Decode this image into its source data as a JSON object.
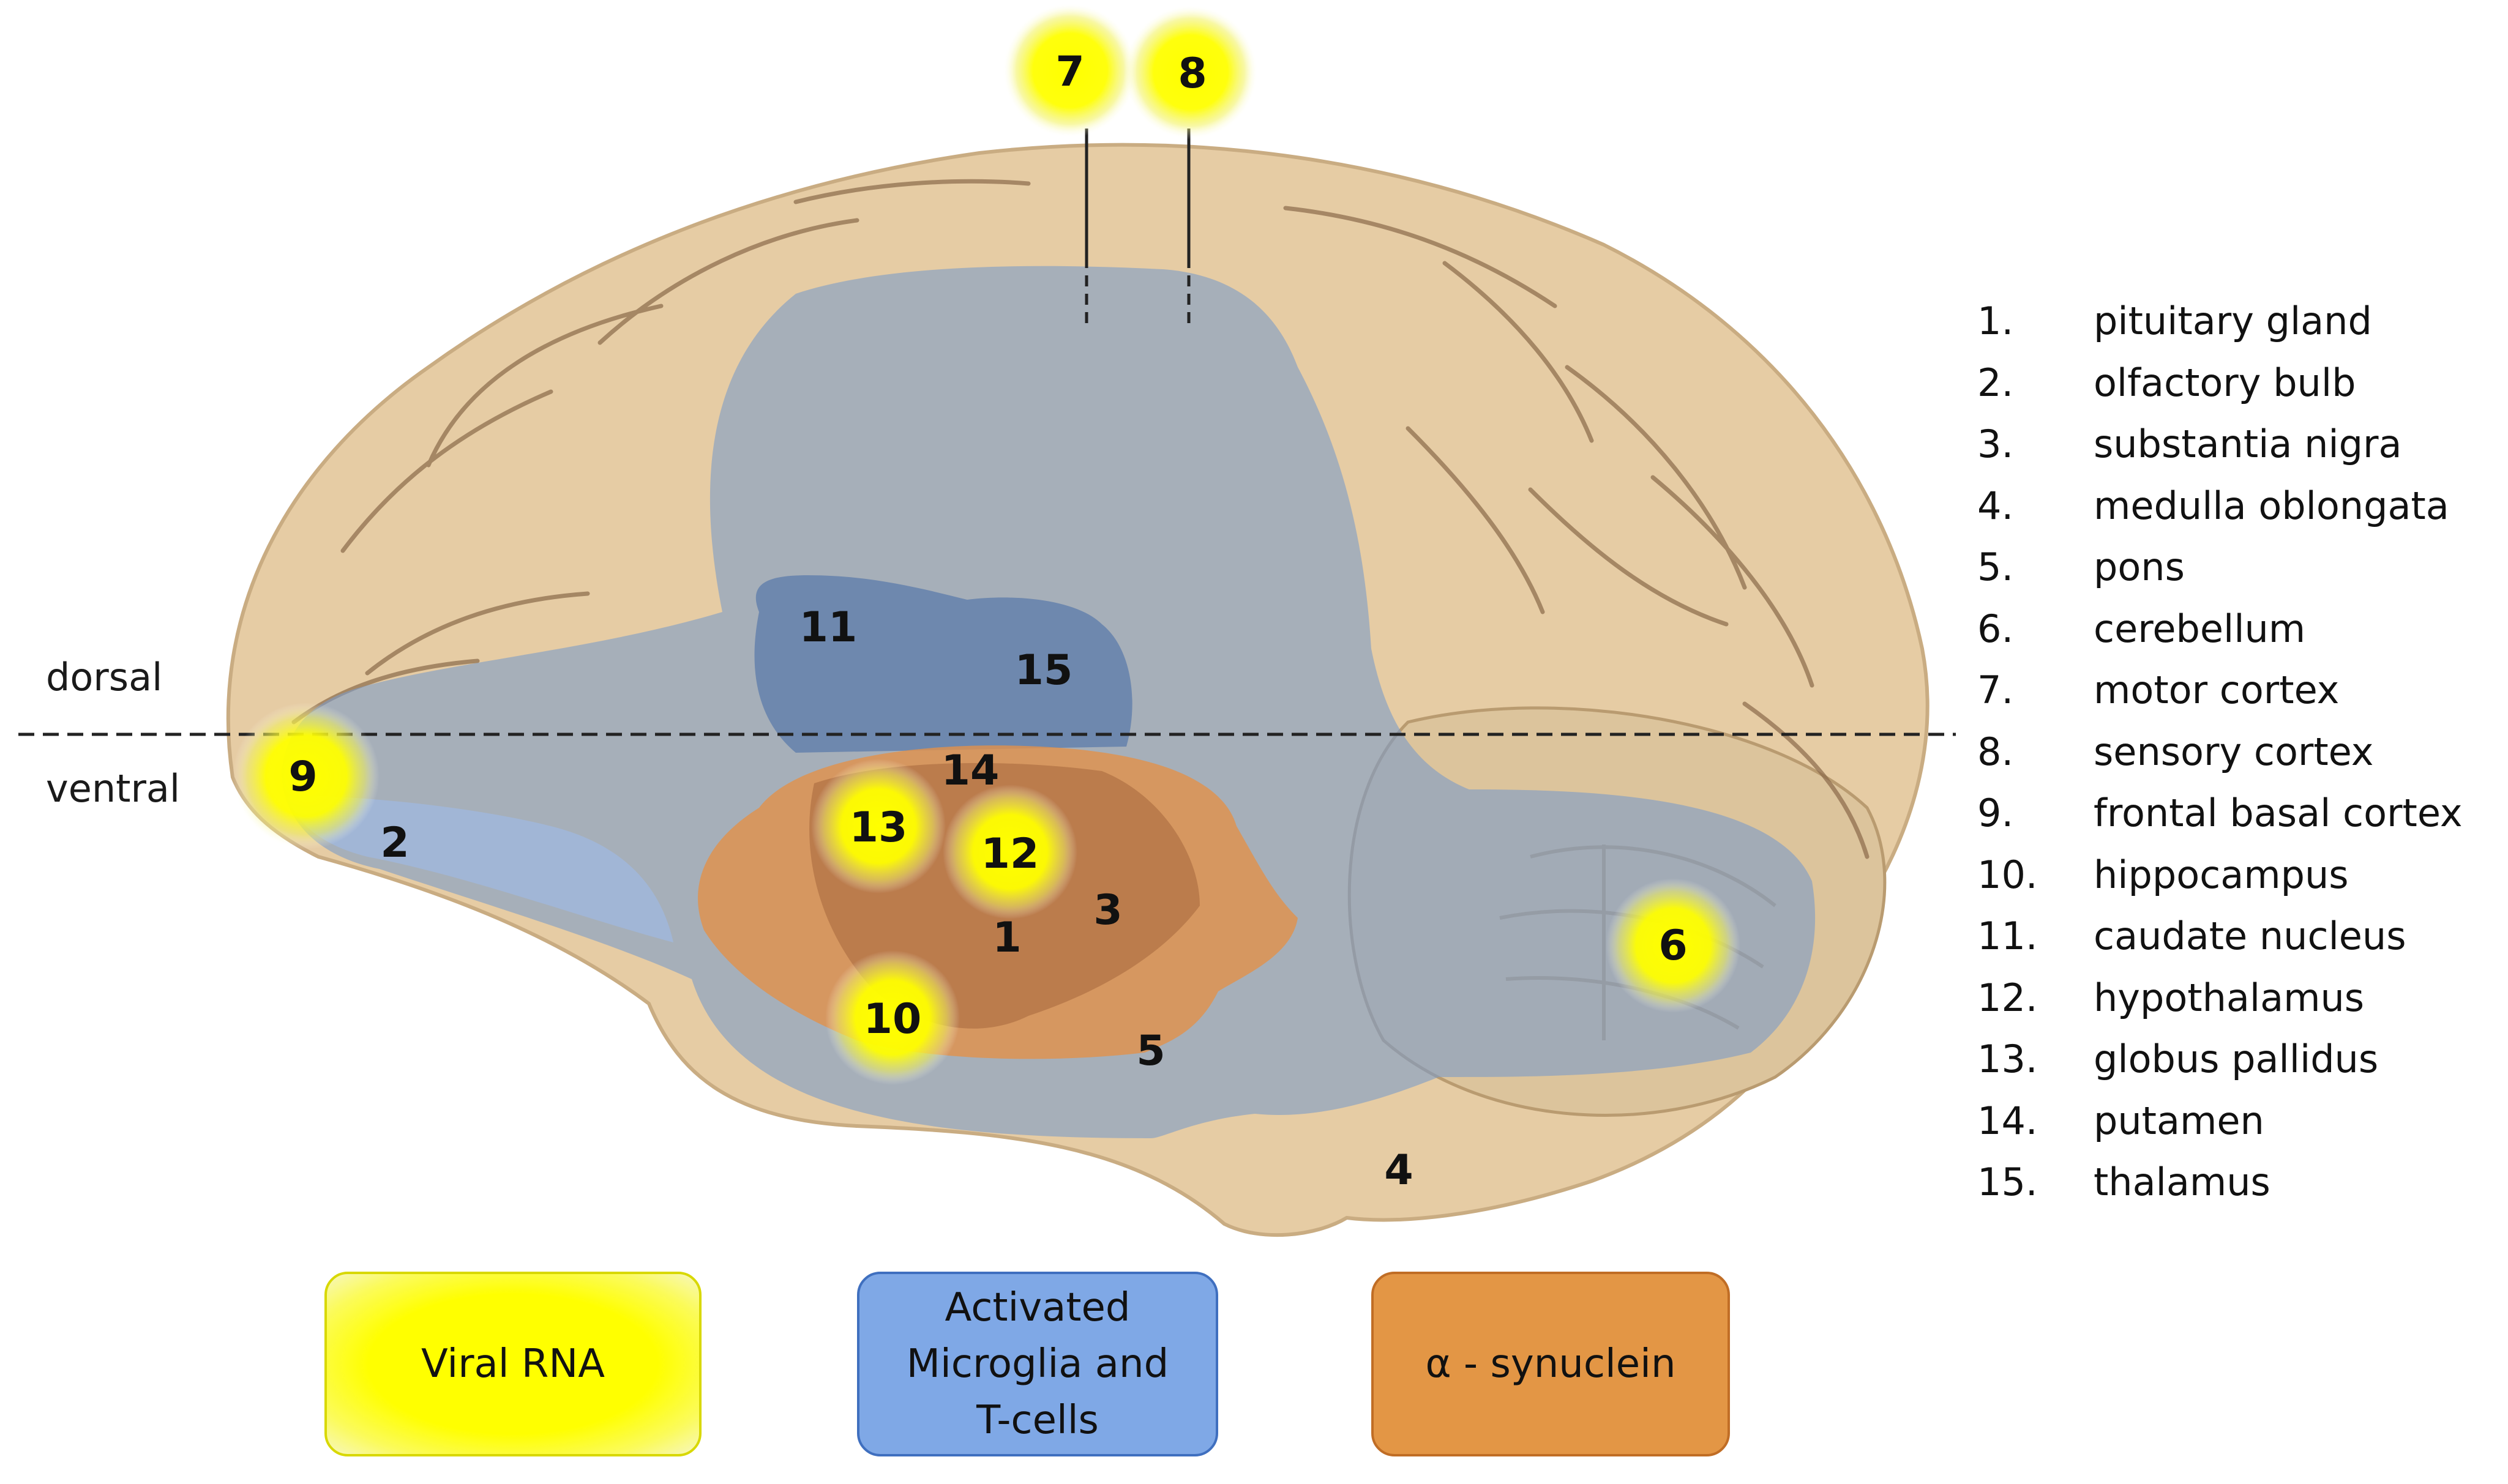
{
  "orientation": {
    "dorsal": "dorsal",
    "ventral": "ventral"
  },
  "markers": [
    "1",
    "2",
    "3",
    "4",
    "5",
    "6",
    "7",
    "8",
    "9",
    "10",
    "11",
    "12",
    "13",
    "14",
    "15"
  ],
  "legend": [
    {
      "num": "1.",
      "name": "pituitary gland"
    },
    {
      "num": "2.",
      "name": "olfactory bulb"
    },
    {
      "num": "3.",
      "name": "substantia nigra"
    },
    {
      "num": "4.",
      "name": "medulla oblongata"
    },
    {
      "num": "5.",
      "name": "pons"
    },
    {
      "num": "6.",
      "name": "cerebellum"
    },
    {
      "num": "7.",
      "name": "motor cortex"
    },
    {
      "num": "8.",
      "name": "sensory cortex"
    },
    {
      "num": "9.",
      "name": "frontal basal cortex"
    },
    {
      "num": "10.",
      "name": "hippocampus"
    },
    {
      "num": "11.",
      "name": "caudate nucleus"
    },
    {
      "num": "12.",
      "name": "hypothalamus"
    },
    {
      "num": "13.",
      "name": "globus pallidus"
    },
    {
      "num": "14.",
      "name": "putamen"
    },
    {
      "num": "15.",
      "name": "thalamus"
    }
  ],
  "key": {
    "viral": "Viral RNA",
    "microglia": "Activated\nMicroglia and\nT-cells",
    "synuclein": "α - synuclein"
  },
  "colors": {
    "brain": "#e6cca4",
    "brain_fold": "#8a6a4a",
    "viral": "#ffff00",
    "microglia": "#7c9bc8",
    "microglia_dark": "#4a6ea6",
    "synuclein": "#e2914a"
  }
}
